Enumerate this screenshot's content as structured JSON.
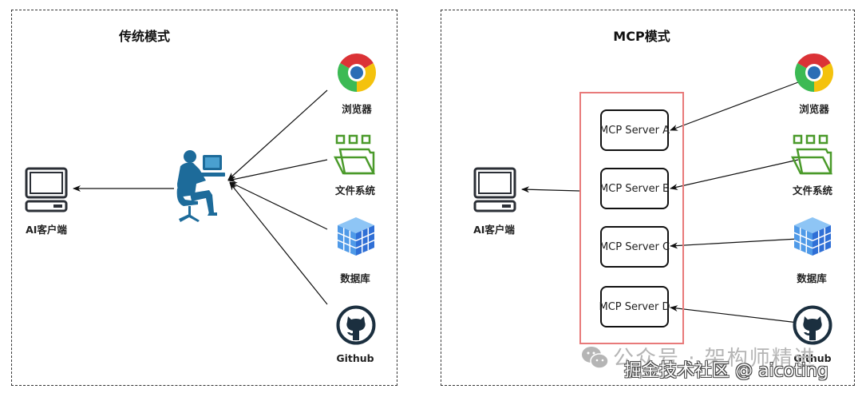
{
  "left_panel": {
    "title": "传统模式",
    "client_label": "AI客户端",
    "intermediary": "person-at-computer",
    "sources": [
      {
        "label": "浏览器",
        "icon": "chrome-icon"
      },
      {
        "label": "文件系统",
        "icon": "folder-icon"
      },
      {
        "label": "数据库",
        "icon": "database-cube-icon"
      },
      {
        "label": "Github",
        "icon": "github-icon"
      }
    ]
  },
  "right_panel": {
    "title": "MCP模式",
    "client_label": "AI客户端",
    "servers": [
      {
        "label": "MCP Server A"
      },
      {
        "label": "MCP Server B"
      },
      {
        "label": "MCP Server C"
      },
      {
        "label": "MCP Server D"
      }
    ],
    "sources": [
      {
        "label": "浏览器",
        "icon": "chrome-icon"
      },
      {
        "label": "文件系统",
        "icon": "folder-icon"
      },
      {
        "label": "数据库",
        "icon": "database-cube-icon"
      },
      {
        "label": "Github",
        "icon": "github-icon"
      }
    ]
  },
  "colors": {
    "server_group_border": "#e87a7a",
    "person": "#1d6b9a",
    "folder": "#4a9a2a",
    "github": "#1b2f3f"
  },
  "watermark": {
    "line1": "公众号 · 架构师精进",
    "line2": "掘金技术社区 @ aicoting"
  }
}
